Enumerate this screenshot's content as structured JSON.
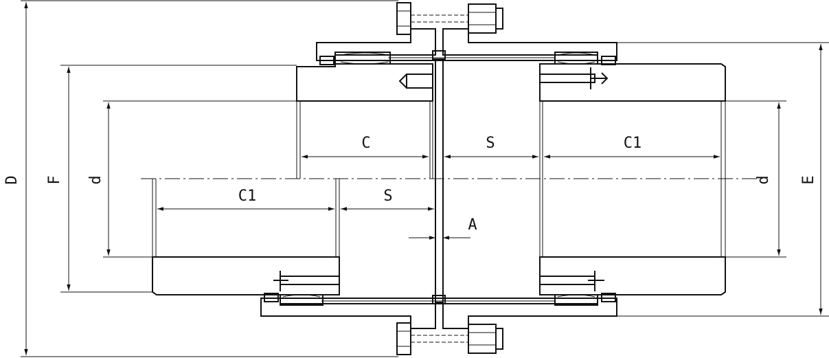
{
  "labels": {
    "D": "D",
    "F": "F",
    "d_left": "d",
    "C": "C",
    "C1_left": "C1",
    "S_left": "S",
    "S_top": "S",
    "C1_right": "C1",
    "A": "A",
    "d_right": "d",
    "E": "E"
  }
}
